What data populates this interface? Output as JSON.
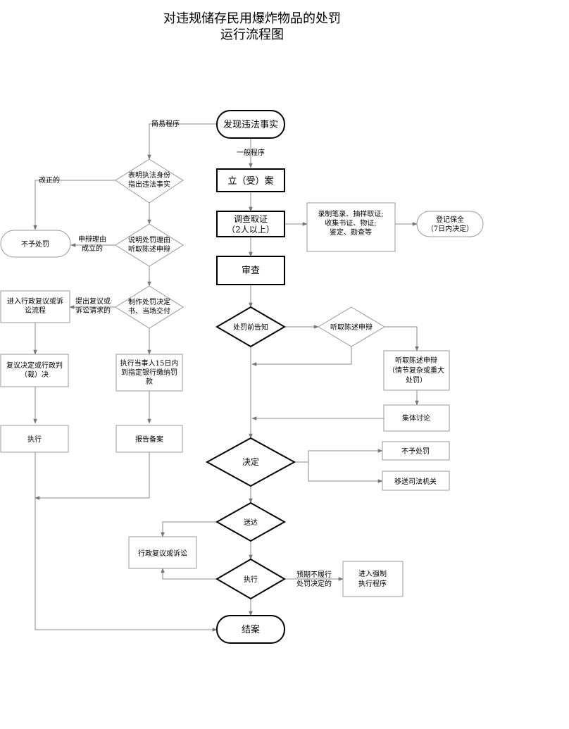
{
  "title": {
    "line1": "对违规储存民用爆炸物品的处罚",
    "line2": "运行流程图"
  },
  "nodes": {
    "discover": "发现违法事实",
    "general_proc": "一般程序",
    "simple_proc": "简易程序",
    "filing": "立（受）案",
    "investigate_1": "调查取证",
    "investigate_2": "（2人以上）",
    "evidence_1": "录制笔录、抽样取证;",
    "evidence_2": "收集书证、物证;",
    "evidence_3": "鉴定、勘查等",
    "register_1": "登记保全",
    "register_2": "（7日内决定）",
    "review": "审查",
    "pre_notice": "处罚前告知",
    "hear_statement": "听取陈述申辩",
    "hearing_1": "听取陈述申辩",
    "hearing_2": "（情节复杂或重大",
    "hearing_3": "处罚）",
    "collective": "集体讨论",
    "decision": "决定",
    "no_penalty_right": "不予处罚",
    "transfer": "移送司法机关",
    "deliver": "送达",
    "admin_review": "行政复议或诉讼",
    "execute": "执行",
    "fail_note_1": "预期不履行",
    "fail_note_2": "处罚决定的",
    "enforce_1": "进入强制",
    "enforce_2": "执行程序",
    "close": "结案",
    "show_id_1": "表明执法身份",
    "show_id_2": "指出违法事实",
    "corrected": "改正的",
    "no_penalty_left": "不予处罚",
    "explain_1": "说明处罚理由",
    "explain_2": "听取陈述申辩",
    "defense_ok_1": "申辩理由",
    "defense_ok_2": "成立的",
    "make_decision_1": "制作处罚决定",
    "make_decision_2": "书、当场交付",
    "appeal_note_1": "提出复议或",
    "appeal_note_2": "诉讼请求的",
    "enter_review_1": "进入行政复议或诉",
    "enter_review_2": "讼流程",
    "review_result_1": "复议决定或行政判",
    "review_result_2": "（裁）决",
    "execute_left": "执行",
    "pay_1": "执行当事人15日内",
    "pay_2": "到指定银行缴纳罚",
    "pay_3": "款",
    "report": "报告备案"
  }
}
